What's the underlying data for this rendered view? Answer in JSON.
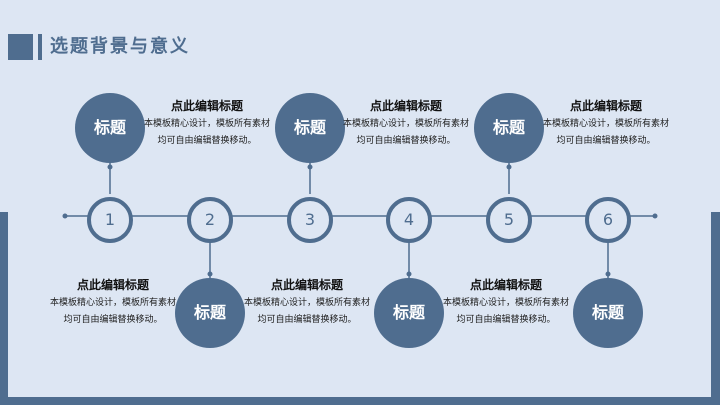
{
  "header": {
    "title": "选题背景与意义"
  },
  "colors": {
    "accent": "#4f6d8f",
    "background": "#dde6f3",
    "text": "#222222"
  },
  "steps": [
    {
      "number": "1",
      "circle_title": "标题",
      "heading": "点此编辑标题",
      "body": "本模板精心设计，模板所有素材均可自由编辑替换移动。"
    },
    {
      "number": "2",
      "circle_title": "标题",
      "heading": "点此编辑标题",
      "body": "本模板精心设计，模板所有素材均可自由编辑替换移动。"
    },
    {
      "number": "3",
      "circle_title": "标题",
      "heading": "点此编辑标题",
      "body": "本模板精心设计，模板所有素材均可自由编辑替换移动。"
    },
    {
      "number": "4",
      "circle_title": "标题",
      "heading": "点此编辑标题",
      "body": "本模板精心设计，模板所有素材均可自由编辑替换移动。"
    },
    {
      "number": "5",
      "circle_title": "标题",
      "heading": "点此编辑标题",
      "body": "本模板精心设计，模板所有素材均可自由编辑替换移动。"
    },
    {
      "number": "6",
      "circle_title": "标题",
      "heading": "",
      "body": ""
    }
  ],
  "top_labels": [
    {
      "heading": "点此编辑标题",
      "body": "本模板精心设计，模板所有素材均可自由编辑替换移动。"
    },
    {
      "heading": "点此编辑标题",
      "body": "本模板精心设计，模板所有素材均可自由编辑替换移动。"
    },
    {
      "heading": "点此编辑标题",
      "body": "本模板精心设计，模板所有素材均可自由编辑替换移动。"
    }
  ],
  "bottom_labels": [
    {
      "heading": "点此编辑标题",
      "body": "本模板精心设计，模板所有素材均可自由编辑替换移动。"
    },
    {
      "heading": "点此编辑标题",
      "body": "本模板精心设计，模板所有素材均可自由编辑替换移动。"
    },
    {
      "heading": "点此编辑标题",
      "body": "本模板精心设计，模板所有素材均可自由编辑替换移动。"
    }
  ]
}
